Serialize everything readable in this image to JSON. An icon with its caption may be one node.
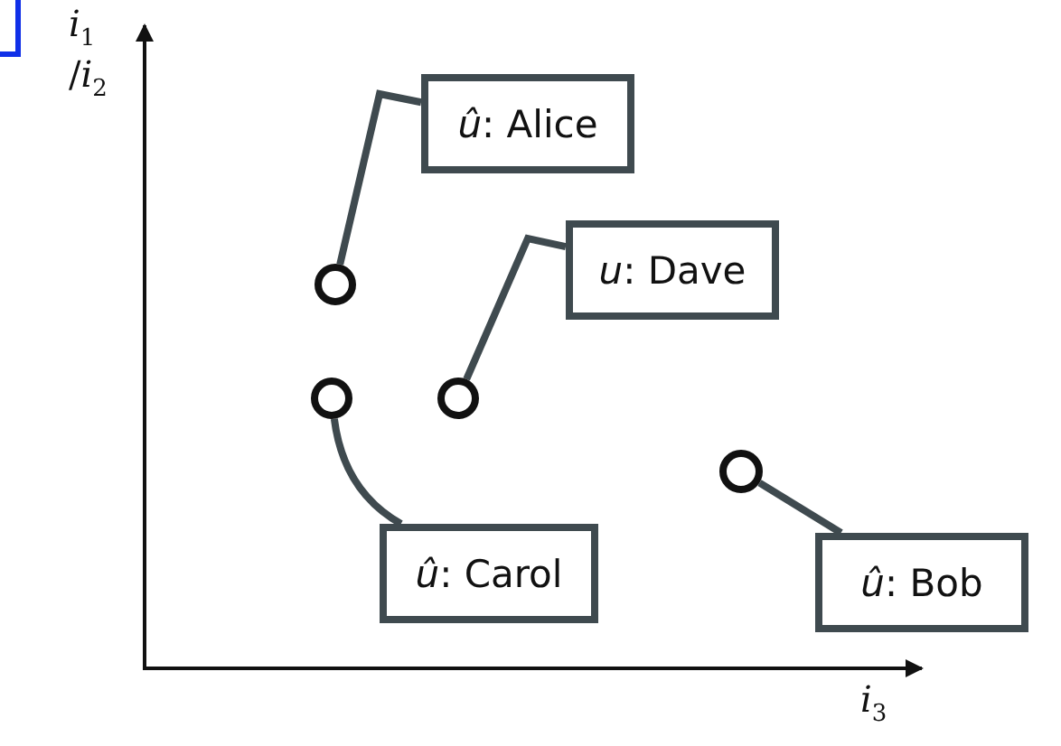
{
  "diagram": {
    "nodes": [
      {
        "text": [
          "*û*: Alice"
        ]
      },
      {
        "text": [
          "*u*: Dave"
        ]
      },
      {
        "text": [],
        "shape": "circle"
      },
      {
        "text": [],
        "shape": "circle"
      },
      {
        "text": [],
        "shape": "circle"
      },
      {
        "text": [],
        "shape": "circle"
      },
      {
        "text": [
          "*û*: Carol"
        ]
      },
      {
        "text": [
          "*û*: Bob"
        ]
      }
    ],
    "edges": [
      {
        "from": 0,
        "to": 2,
        "arrow": "none"
      },
      {
        "from": 1,
        "to": 4,
        "arrow": "none"
      },
      {
        "from": 3,
        "to": 6,
        "arrow": "none"
      },
      {
        "from": 5,
        "to": 7,
        "arrow": "none"
      }
    ],
    "labels": [
      "*i*$_{1}$ /*i*$_{2}$",
      "*i*$_{3}$"
    ]
  }
}
